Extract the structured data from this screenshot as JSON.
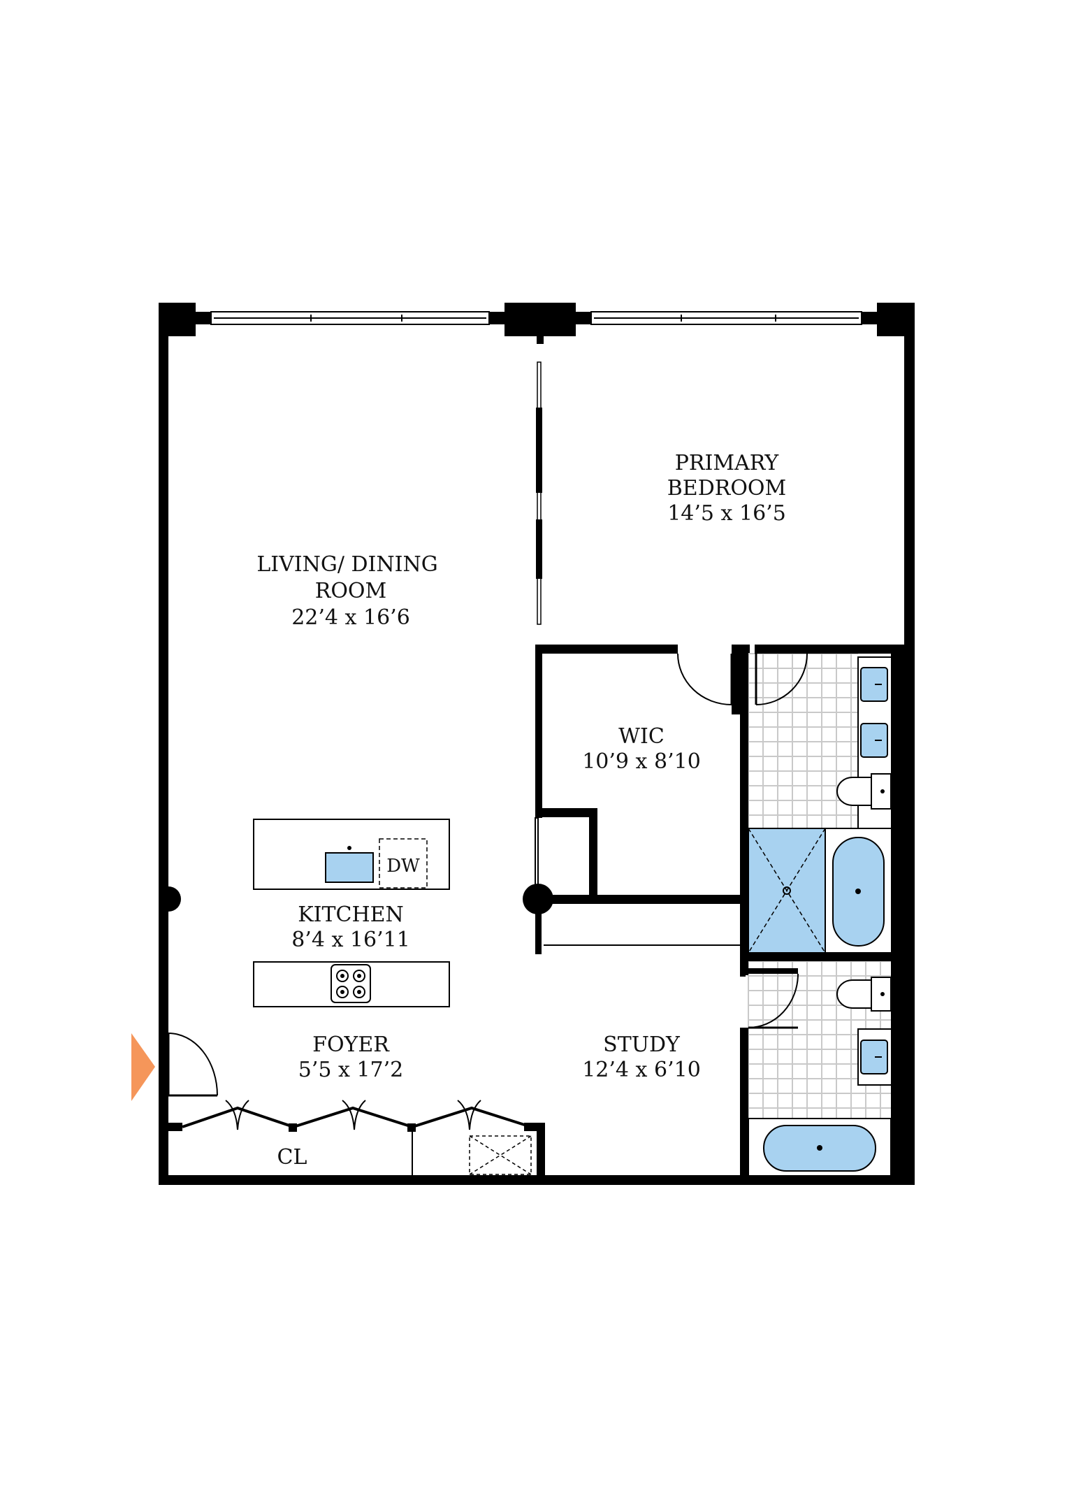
{
  "rooms": {
    "primary_bedroom": {
      "name_line1": "PRIMARY",
      "name_line2": "BEDROOM",
      "dims": "14’5 x 16’5"
    },
    "living_dining": {
      "name_line1": "LIVING/ DINING",
      "name_line2": "ROOM",
      "dims": "22’4 x 16’6"
    },
    "wic": {
      "name": "WIC",
      "dims": "10’9 x 8’10"
    },
    "kitchen": {
      "name": "KITCHEN",
      "dims": "8’4 x 16’11"
    },
    "foyer": {
      "name": "FOYER",
      "dims": "5’5 x 17’2"
    },
    "study": {
      "name": "STUDY",
      "dims": "12’4 x 6’10"
    },
    "closet": {
      "name": "CL"
    }
  },
  "fixtures": {
    "dishwasher": "DW"
  },
  "colors": {
    "wall": "#000000",
    "fixture_blue": "#a8d2f0",
    "tile_grid": "#c9c9c9",
    "entry_arrow": "#f5965a"
  },
  "icons": {
    "entry": "entry-arrow-icon",
    "sink": "sink-icon",
    "cooktop": "cooktop-icon",
    "toilet": "toilet-icon",
    "bathtub": "bathtub-icon",
    "shower": "shower-icon"
  }
}
